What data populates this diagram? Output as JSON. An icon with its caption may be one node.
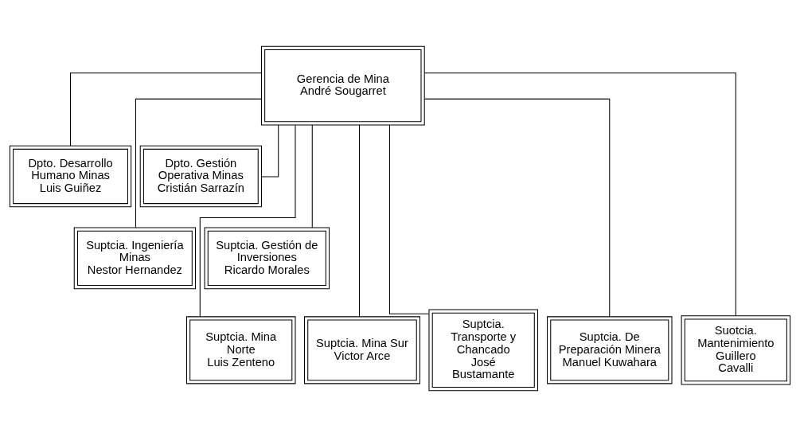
{
  "diagram": {
    "nodes": [
      {
        "text": [
          "Gerencia de Mina",
          "André Sougarret"
        ]
      },
      {
        "text": [
          "Dpto. Desarrollo Humano Minas",
          "Luis Guiñez"
        ]
      },
      {
        "text": [
          "Dpto. Gestión Operativa Minas",
          "Cristián Sarrazín"
        ]
      },
      {
        "text": [
          "Suptcia. Ingeniería Minas",
          "Nestor Hernandez"
        ]
      },
      {
        "text": [
          "Suptcia. Gestión de Inversiones",
          "Ricardo Morales"
        ]
      },
      {
        "text": [
          "Suptcia. Mina Norte",
          "Luis Zenteno"
        ]
      },
      {
        "text": [
          "Suptcia. Mina Sur",
          "Victor Arce"
        ]
      },
      {
        "text": [
          "Suptcia. Transporte y Chancado",
          "José Bustamante"
        ]
      },
      {
        "text": [
          "Suptcia. De Preparación Minera",
          "Manuel Kuwahara"
        ]
      },
      {
        "text": [
          "Suotcia. Mantenimiento",
          "Guillero Cavalli"
        ]
      }
    ],
    "edges": [
      {
        "from": 0,
        "to": 1,
        "arrow": "none"
      },
      {
        "from": 0,
        "to": 2,
        "arrow": "none"
      },
      {
        "from": 0,
        "to": 3,
        "arrow": "none"
      },
      {
        "from": 0,
        "to": 4,
        "arrow": "none"
      },
      {
        "from": 0,
        "to": 5,
        "arrow": "none"
      },
      {
        "from": 0,
        "to": 6,
        "arrow": "none"
      },
      {
        "from": 0,
        "to": 7,
        "arrow": "none"
      },
      {
        "from": 0,
        "to": 8,
        "arrow": "none"
      },
      {
        "from": 0,
        "to": 9,
        "arrow": "none"
      }
    ]
  }
}
